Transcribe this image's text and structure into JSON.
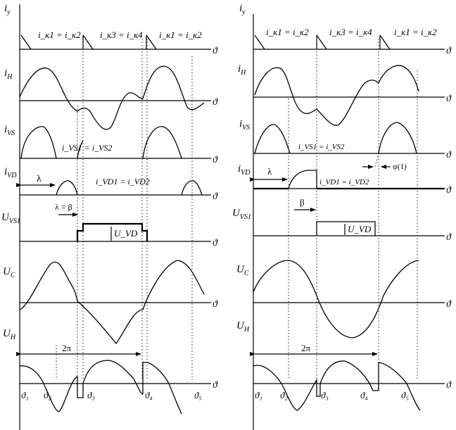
{
  "left_panel": {
    "rows": [
      {
        "label_main": "i",
        "label_sub": "y",
        "axis": "ϑ"
      },
      {
        "label_main": "i",
        "label_sub": "H",
        "axis": "ϑ"
      },
      {
        "label_main": "i",
        "label_sub": "VS",
        "axis": "ϑ"
      },
      {
        "label_main": "i",
        "label_sub": "VD",
        "axis": "ϑ"
      },
      {
        "label_main": "U",
        "label_sub": "VS1",
        "axis": "ϑ"
      },
      {
        "label_main": "U",
        "label_sub": "C",
        "axis": "ϑ"
      },
      {
        "label_main": "U",
        "label_sub": "H",
        "axis": "ϑ"
      }
    ],
    "control_labels": [
      "i_к1 = i_к2",
      "i_к3 = i_к4",
      "i_к1 = i_к2"
    ],
    "ivs_label": "i_VS1 = i_VS2",
    "ivd_label": "i_VD1 = i_VD2",
    "lambda_label": "λ",
    "lambda_beta_label": "λ = β",
    "uvd_label": "U_VD",
    "two_pi_label": "2π",
    "theta_labels": [
      "ϑ₁",
      "ϑ₂",
      "ϑ₃",
      "ϑ₄",
      "ϑ₅"
    ]
  },
  "right_panel": {
    "rows": [
      {
        "label_main": "i",
        "label_sub": "y",
        "axis": "ϑ"
      },
      {
        "label_main": "i",
        "label_sub": "H",
        "axis": "ϑ"
      },
      {
        "label_main": "i",
        "label_sub": "VS",
        "axis": "ϑ"
      },
      {
        "label_main": "i",
        "label_sub": "VD",
        "axis": "ϑ"
      },
      {
        "label_main": "U",
        "label_sub": "VS1",
        "axis": "ϑ"
      },
      {
        "label_main": "U",
        "label_sub": "C",
        "axis": "ϑ"
      },
      {
        "label_main": "U",
        "label_sub": "H",
        "axis": "ϑ"
      }
    ],
    "control_labels": [
      "i_к1 = i_к2",
      "i_к3 = i_к4",
      "i_к1 = i_к2"
    ],
    "ivs_label": "i_VS1 = i_VS2",
    "ivd_label": "i_VD1 = i_VD2",
    "lambda_label": "λ",
    "beta_label": "β",
    "psi_label": "ψ(1)",
    "uvd_label": "U_VD",
    "two_pi_label": "2π",
    "theta_labels": [
      "ϑ₁",
      "ϑ₂",
      "ϑ₃",
      "ϑ₄",
      "ϑ₅"
    ]
  }
}
